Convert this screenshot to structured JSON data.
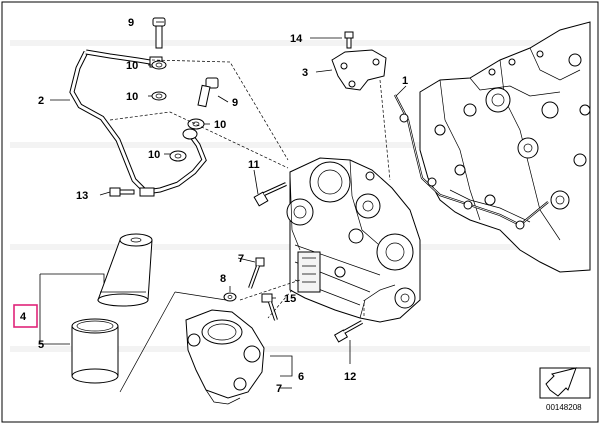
{
  "callouts": {
    "c1": "1",
    "c2": "2",
    "c3": "3",
    "c4": "4",
    "c5": "5",
    "c6": "6",
    "c7a": "7",
    "c7b": "7",
    "c8": "8",
    "c9a": "9",
    "c9b": "9",
    "c10a": "10",
    "c10b": "10",
    "c10c": "10",
    "c10d": "10",
    "c11": "11",
    "c12": "12",
    "c13": "13",
    "c14": "14",
    "c15": "15"
  },
  "diagram_code": "00148208",
  "selected_callout": "4",
  "colors": {
    "highlight": "#e0247a",
    "line": "#000000"
  }
}
